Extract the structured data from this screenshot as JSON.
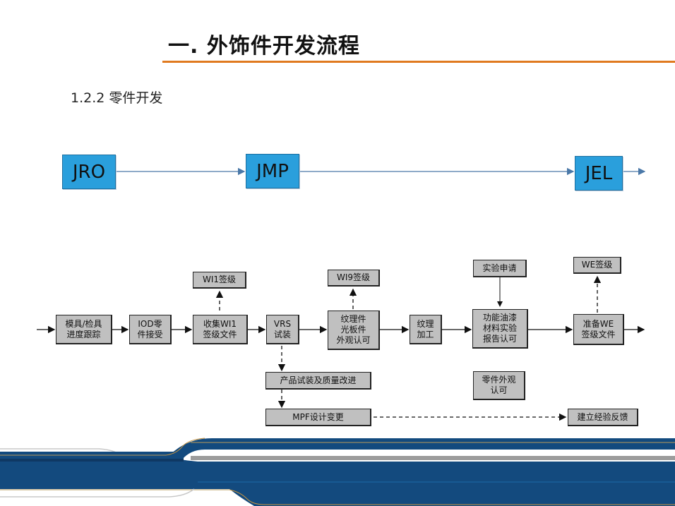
{
  "header": {
    "title": "一. 外饰件开发流程",
    "subtitle": "1.2.2 零件开发"
  },
  "colors": {
    "accent_rule": "#e07a1f",
    "milestone_fill": "#2a9fdc",
    "box_fill": "#c0c0c0",
    "footer_blue": "#134a7e"
  },
  "milestones": [
    {
      "label": "JRO"
    },
    {
      "label": "JMP"
    },
    {
      "label": "JEL"
    }
  ],
  "flow": {
    "main": [
      {
        "label": "模具/检具\n进度跟踪"
      },
      {
        "label": "IOD零\n件接受"
      },
      {
        "label": "收集WI1\n签级文件"
      },
      {
        "label": "VRS\n试装"
      },
      {
        "label": "纹理件\n光板件\n外观认可"
      },
      {
        "label": "纹理\n加工"
      },
      {
        "label": "功能油漆\n材料实验\n报告认可"
      },
      {
        "label": "准备WE\n签级文件"
      }
    ],
    "upper": [
      {
        "label": "WI1签级"
      },
      {
        "label": "WI9签级"
      },
      {
        "label": "实验申请"
      },
      {
        "label": "WE签级"
      }
    ],
    "lower": [
      {
        "label": "产品试装及质量改进"
      },
      {
        "label": "零件外观\n认可"
      },
      {
        "label": "MPF设计变更"
      },
      {
        "label": "建立经验反馈"
      }
    ]
  }
}
